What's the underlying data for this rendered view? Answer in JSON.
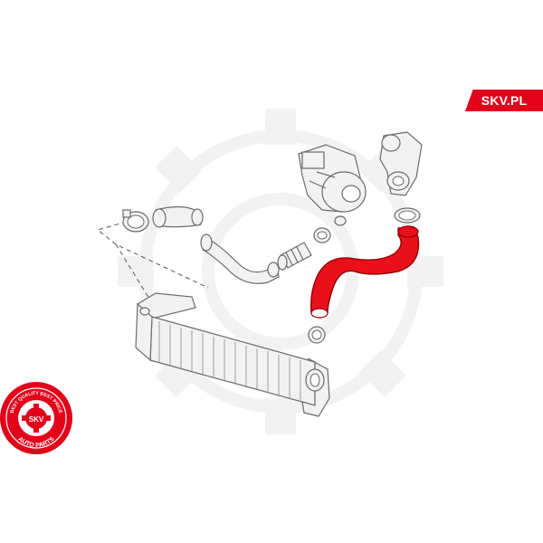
{
  "brand": {
    "label": "SKV.PL",
    "color": "#e2001a"
  },
  "seal": {
    "arc_top": "BEST QUALITY BEST PRICE",
    "center": "SKV",
    "arc_bottom": "AUTO PARTS",
    "color": "#e2001a"
  },
  "highlight_color": "#e8101a",
  "icons": [
    "seal-logo",
    "gear-watermark"
  ]
}
